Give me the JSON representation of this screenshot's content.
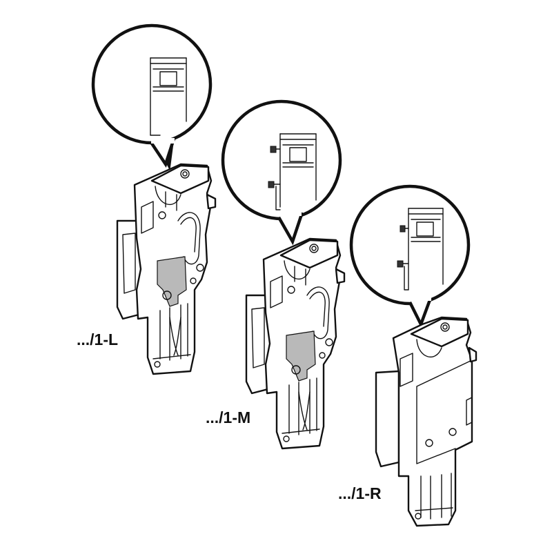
{
  "labels": {
    "left": ".../1-L",
    "middle": ".../1-M",
    "right": ".../1-R"
  },
  "colors": {
    "line": "#111111",
    "contact_fill": "#b9b9b9",
    "background": "#ffffff"
  }
}
